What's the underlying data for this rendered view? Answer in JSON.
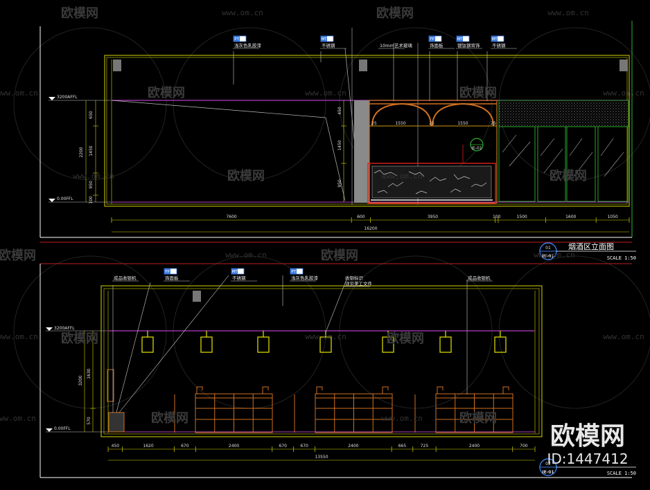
{
  "watermark": {
    "brand": "欧模网",
    "url": "www.om.cn",
    "logo_text": "欧模网",
    "id_text": "ID:1447412"
  },
  "top_view": {
    "title": "烟酒区立面图",
    "number": "01",
    "sheet": "IE-01",
    "scale": "SCALE 1:50",
    "level_top": "3200AFFL",
    "level_bottom": "0.00FFL",
    "left_dims": [
      "650",
      "1450",
      "2200",
      "950",
      "100"
    ],
    "mid_dims": [
      "450",
      "1450",
      "950"
    ],
    "tags": [
      {
        "code": "PT 02",
        "text": "浅灰色乳胶漆"
      },
      {
        "code": "MT 02",
        "text": "不锈钢"
      },
      {
        "code": "",
        "text": "10mm艺术玻璃"
      },
      {
        "code": "FP 02",
        "text": "饰面板"
      },
      {
        "code": "MT 03",
        "text": "镀钛钢背饰"
      },
      {
        "code": "MT 04",
        "text": "不锈钢"
      }
    ],
    "arch_dims": [
      "25",
      "1550",
      "25",
      "1550",
      "25"
    ],
    "bottom_dims": [
      "7600",
      "600",
      "3950",
      "100",
      "1500",
      "1600",
      "1050"
    ],
    "total": "16200",
    "callout": "IE-01"
  },
  "bottom_view": {
    "title": "",
    "number": "02",
    "sheet": "IE-01",
    "scale": "SCALE 1:50",
    "level_top": "3200AFFL",
    "level_bottom": "0.00FFL",
    "left_dims": [
      "3200",
      "1630",
      "570"
    ],
    "tags": [
      {
        "code": "",
        "text": "成品收银机"
      },
      {
        "code": "FP 01",
        "text": "饰面板"
      },
      {
        "code": "MT 01",
        "text": "不锈钢"
      },
      {
        "code": "PT 02",
        "text": "浅灰色乳胶漆"
      },
      {
        "code": "",
        "text": "收银标识\n详见美工文件"
      },
      {
        "code": "",
        "text": "成品收银机"
      }
    ],
    "bottom_dims": [
      "450",
      "1620",
      "670",
      "2400",
      "670",
      "670",
      "2400",
      "665",
      "725",
      "2400",
      "700"
    ],
    "total": "13550"
  }
}
